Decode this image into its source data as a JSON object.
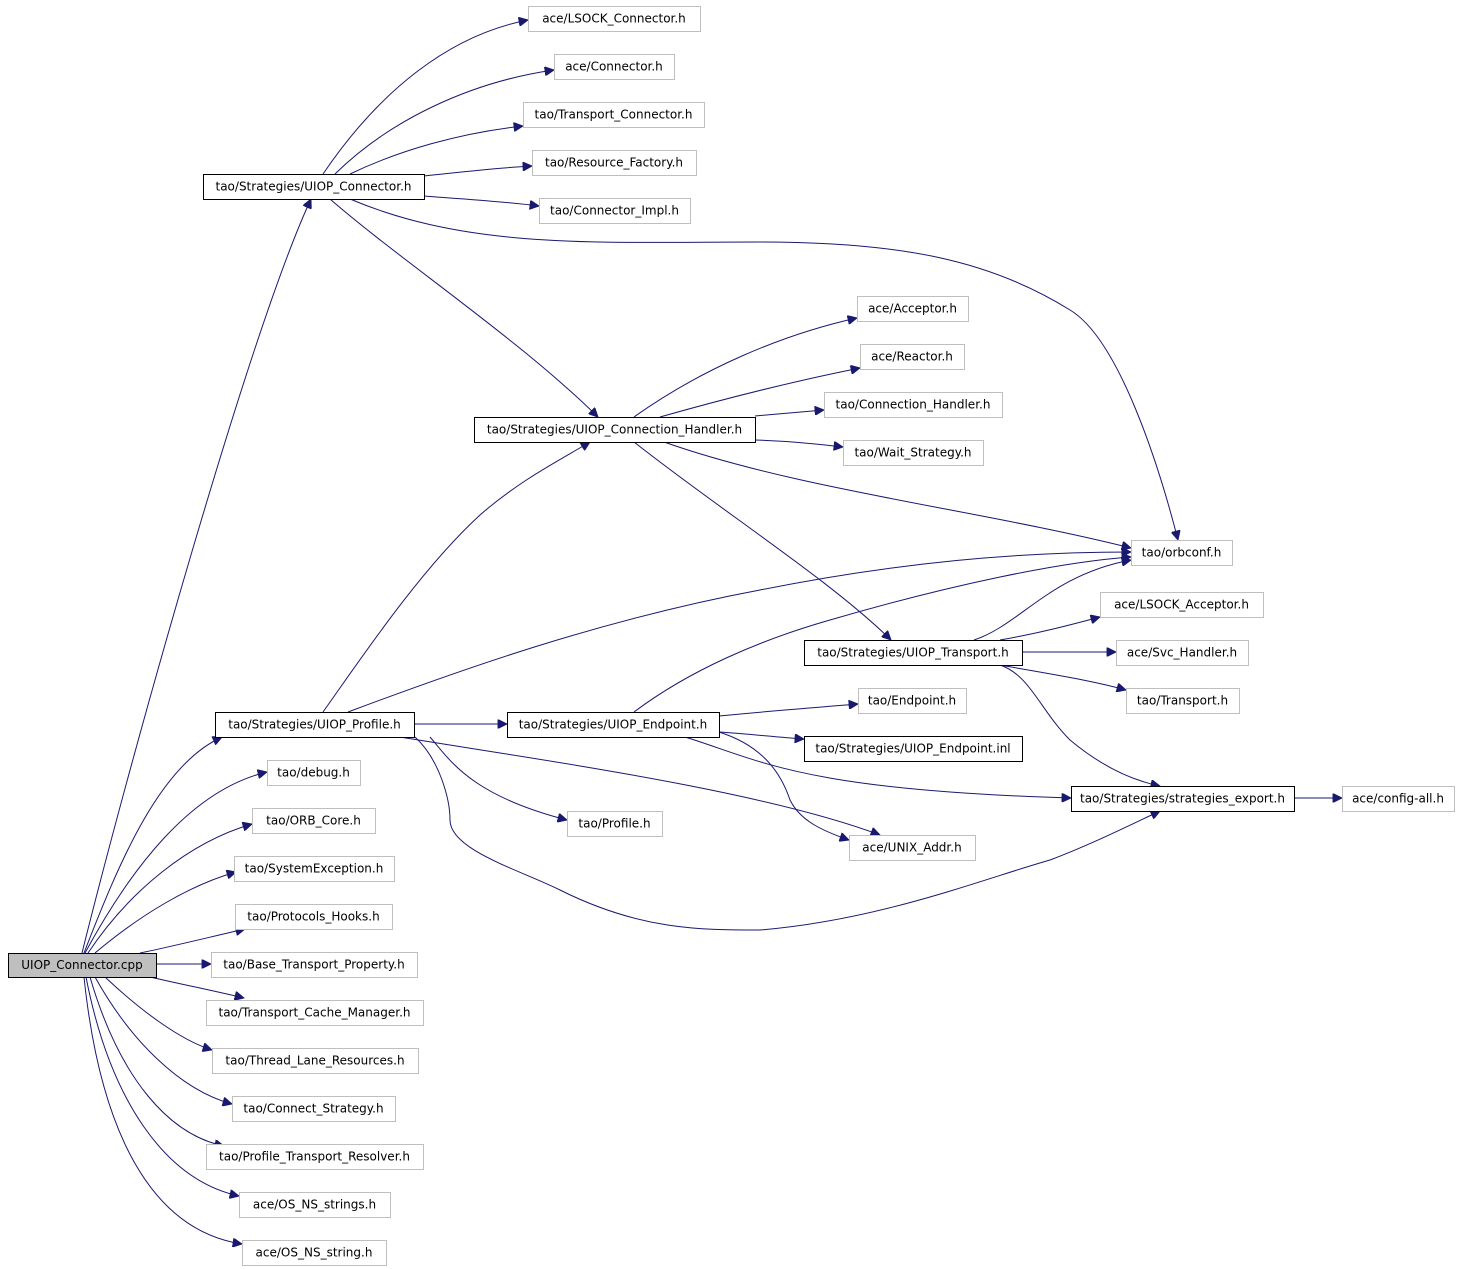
{
  "colors": {
    "edge": "#191970",
    "border_strong": "#000000",
    "border_external": "#bfbfbf",
    "root_fill": "#bfbfbf",
    "fill": "#ffffff",
    "text": "#000000"
  },
  "nodes": [
    {
      "id": "root",
      "label": "UIOP_Connector.cpp",
      "kind": "root"
    },
    {
      "id": "connector_h",
      "label": "tao/Strategies/UIOP_Connector.h",
      "kind": "documented"
    },
    {
      "id": "lsock_connector",
      "label": "ace/LSOCK_Connector.h",
      "kind": "external"
    },
    {
      "id": "ace_connector",
      "label": "ace/Connector.h",
      "kind": "external"
    },
    {
      "id": "transport_connector",
      "label": "tao/Transport_Connector.h",
      "kind": "external"
    },
    {
      "id": "resource_factory",
      "label": "tao/Resource_Factory.h",
      "kind": "external"
    },
    {
      "id": "connector_impl",
      "label": "tao/Connector_Impl.h",
      "kind": "external"
    },
    {
      "id": "acceptor",
      "label": "ace/Acceptor.h",
      "kind": "external"
    },
    {
      "id": "reactor",
      "label": "ace/Reactor.h",
      "kind": "external"
    },
    {
      "id": "connection_handler_h",
      "label": "tao/Strategies/UIOP_Connection_Handler.h",
      "kind": "documented"
    },
    {
      "id": "tao_connection_handler",
      "label": "tao/Connection_Handler.h",
      "kind": "external"
    },
    {
      "id": "wait_strategy",
      "label": "tao/Wait_Strategy.h",
      "kind": "external"
    },
    {
      "id": "orbconf",
      "label": "tao/orbconf.h",
      "kind": "external"
    },
    {
      "id": "lsock_acceptor",
      "label": "ace/LSOCK_Acceptor.h",
      "kind": "external"
    },
    {
      "id": "transport_h",
      "label": "tao/Strategies/UIOP_Transport.h",
      "kind": "documented"
    },
    {
      "id": "svc_handler",
      "label": "ace/Svc_Handler.h",
      "kind": "external"
    },
    {
      "id": "tao_transport",
      "label": "tao/Transport.h",
      "kind": "external"
    },
    {
      "id": "tao_endpoint",
      "label": "tao/Endpoint.h",
      "kind": "external"
    },
    {
      "id": "profile_h",
      "label": "tao/Strategies/UIOP_Profile.h",
      "kind": "documented"
    },
    {
      "id": "endpoint_h",
      "label": "tao/Strategies/UIOP_Endpoint.h",
      "kind": "documented"
    },
    {
      "id": "endpoint_inl",
      "label": "tao/Strategies/UIOP_Endpoint.inl",
      "kind": "documented"
    },
    {
      "id": "strategies_export",
      "label": "tao/Strategies/strategies_export.h",
      "kind": "documented"
    },
    {
      "id": "config_all",
      "label": "ace/config-all.h",
      "kind": "external"
    },
    {
      "id": "debug",
      "label": "tao/debug.h",
      "kind": "external"
    },
    {
      "id": "tao_profile",
      "label": "tao/Profile.h",
      "kind": "external"
    },
    {
      "id": "orb_core",
      "label": "tao/ORB_Core.h",
      "kind": "external"
    },
    {
      "id": "unix_addr",
      "label": "ace/UNIX_Addr.h",
      "kind": "external"
    },
    {
      "id": "system_exception",
      "label": "tao/SystemException.h",
      "kind": "external"
    },
    {
      "id": "protocols_hooks",
      "label": "tao/Protocols_Hooks.h",
      "kind": "external"
    },
    {
      "id": "base_transport_property",
      "label": "tao/Base_Transport_Property.h",
      "kind": "external"
    },
    {
      "id": "transport_cache_manager",
      "label": "tao/Transport_Cache_Manager.h",
      "kind": "external"
    },
    {
      "id": "thread_lane_resources",
      "label": "tao/Thread_Lane_Resources.h",
      "kind": "external"
    },
    {
      "id": "connect_strategy",
      "label": "tao/Connect_Strategy.h",
      "kind": "external"
    },
    {
      "id": "profile_transport_resolver",
      "label": "tao/Profile_Transport_Resolver.h",
      "kind": "external"
    },
    {
      "id": "os_ns_strings",
      "label": "ace/OS_NS_strings.h",
      "kind": "external"
    },
    {
      "id": "os_ns_string",
      "label": "ace/OS_NS_string.h",
      "kind": "external"
    }
  ],
  "edges": [
    {
      "from": "root",
      "to": "connector_h"
    },
    {
      "from": "root",
      "to": "profile_h"
    },
    {
      "from": "root",
      "to": "debug"
    },
    {
      "from": "root",
      "to": "orb_core"
    },
    {
      "from": "root",
      "to": "system_exception"
    },
    {
      "from": "root",
      "to": "protocols_hooks"
    },
    {
      "from": "root",
      "to": "base_transport_property"
    },
    {
      "from": "root",
      "to": "transport_cache_manager"
    },
    {
      "from": "root",
      "to": "thread_lane_resources"
    },
    {
      "from": "root",
      "to": "connect_strategy"
    },
    {
      "from": "root",
      "to": "profile_transport_resolver"
    },
    {
      "from": "root",
      "to": "os_ns_strings"
    },
    {
      "from": "root",
      "to": "os_ns_string"
    },
    {
      "from": "connector_h",
      "to": "lsock_connector"
    },
    {
      "from": "connector_h",
      "to": "ace_connector"
    },
    {
      "from": "connector_h",
      "to": "transport_connector"
    },
    {
      "from": "connector_h",
      "to": "resource_factory"
    },
    {
      "from": "connector_h",
      "to": "connector_impl"
    },
    {
      "from": "connector_h",
      "to": "orbconf"
    },
    {
      "from": "connector_h",
      "to": "connection_handler_h"
    },
    {
      "from": "connection_handler_h",
      "to": "acceptor"
    },
    {
      "from": "connection_handler_h",
      "to": "reactor"
    },
    {
      "from": "connection_handler_h",
      "to": "tao_connection_handler"
    },
    {
      "from": "connection_handler_h",
      "to": "wait_strategy"
    },
    {
      "from": "connection_handler_h",
      "to": "orbconf"
    },
    {
      "from": "connection_handler_h",
      "to": "transport_h"
    },
    {
      "from": "transport_h",
      "to": "orbconf"
    },
    {
      "from": "transport_h",
      "to": "lsock_acceptor"
    },
    {
      "from": "transport_h",
      "to": "svc_handler"
    },
    {
      "from": "transport_h",
      "to": "tao_transport"
    },
    {
      "from": "transport_h",
      "to": "strategies_export"
    },
    {
      "from": "profile_h",
      "to": "connection_handler_h"
    },
    {
      "from": "profile_h",
      "to": "orbconf"
    },
    {
      "from": "profile_h",
      "to": "endpoint_h"
    },
    {
      "from": "profile_h",
      "to": "tao_profile"
    },
    {
      "from": "profile_h",
      "to": "unix_addr"
    },
    {
      "from": "profile_h",
      "to": "strategies_export"
    },
    {
      "from": "endpoint_h",
      "to": "orbconf"
    },
    {
      "from": "endpoint_h",
      "to": "tao_endpoint"
    },
    {
      "from": "endpoint_h",
      "to": "endpoint_inl"
    },
    {
      "from": "endpoint_h",
      "to": "unix_addr"
    },
    {
      "from": "endpoint_h",
      "to": "strategies_export"
    },
    {
      "from": "strategies_export",
      "to": "config_all"
    }
  ]
}
